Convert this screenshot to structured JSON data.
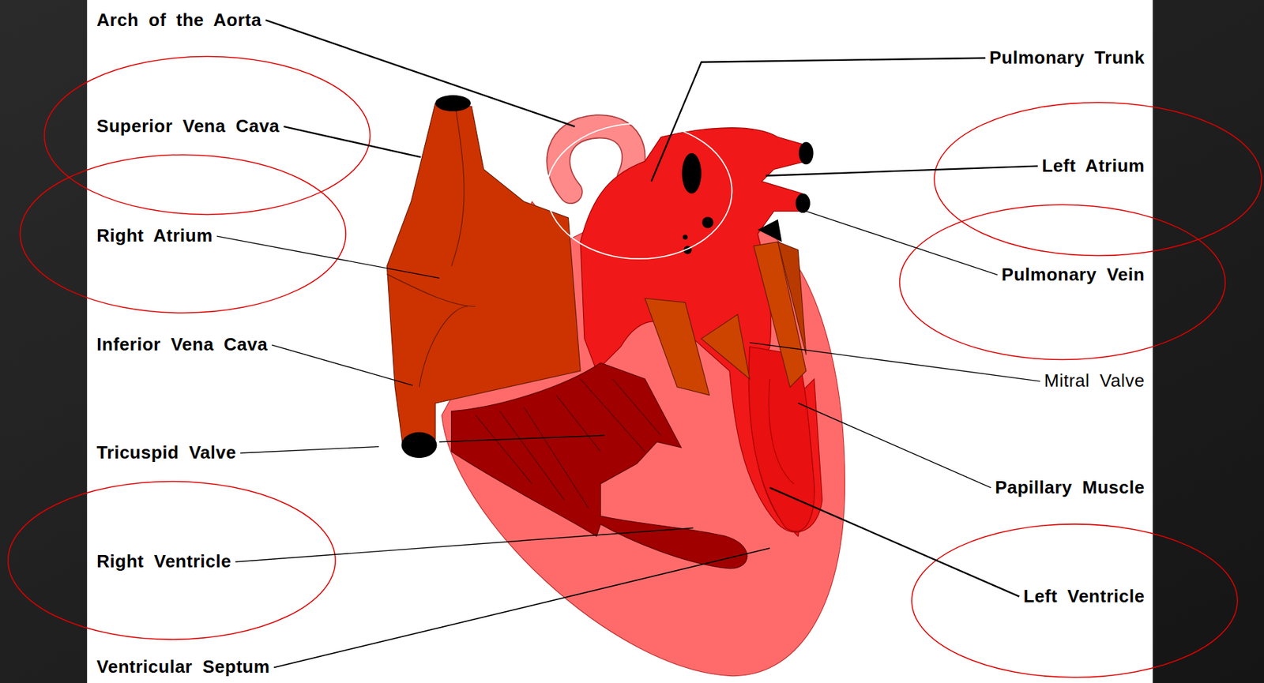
{
  "diagram": {
    "labels": [
      "Arch of the Aorta",
      "Pulmonary Trunk",
      "Superior Vena Cava",
      "Left Atrium",
      "Right Atrium",
      "Pulmonary Vein",
      "Inferior Vena Cava",
      "Mitral Valve",
      "Tricuspid Valve",
      "Papillary Muscle",
      "Right Ventricle",
      "Left Ventricle",
      "Ventricular Septum"
    ]
  }
}
